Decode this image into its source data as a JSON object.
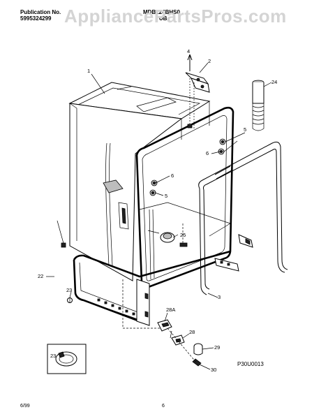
{
  "header": {
    "publication_label": "Publication No.",
    "publication_number": "5995324299",
    "model": "MDB124BHS0",
    "section": "TUB",
    "watermark": "AppliancePartsPros.com"
  },
  "diagram_code": "P30U0013",
  "footer": {
    "date": "6/99",
    "page": "6"
  },
  "callouts": {
    "c1": "1",
    "c2": "2",
    "c4": "4",
    "c24": "24",
    "c5a": "5",
    "c6a": "6",
    "c6b": "6",
    "c5b": "5",
    "c25": "25",
    "c22": "22",
    "c23a": "23",
    "c3": "3",
    "c28a": "28A",
    "c28": "28",
    "c29": "29",
    "c30": "30",
    "c23b": "23"
  }
}
